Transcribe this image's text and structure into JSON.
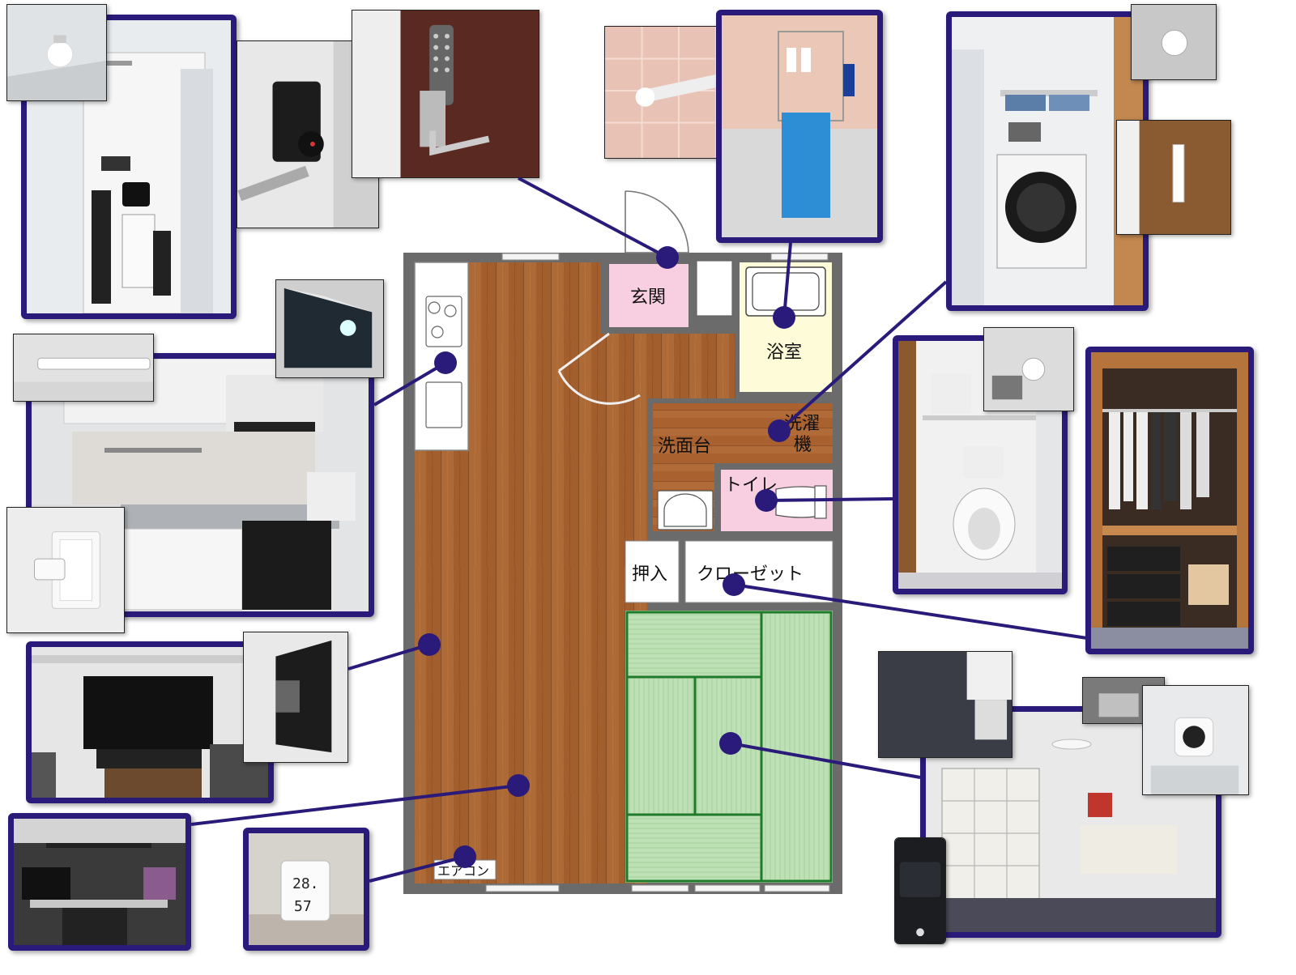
{
  "rooms": {
    "entrance": "玄関",
    "bathroom": "浴室",
    "washing_machine_line1": "洗濯",
    "washing_machine_line2": "機",
    "washbasin": "洗面台",
    "toilet": "トイレ",
    "storage": "押入",
    "closet": "クローゼット",
    "aircon": "エアコン"
  },
  "photo_texts": {
    "thermometer_temp": "28.",
    "thermometer_humidity": "57"
  },
  "colors": {
    "frame": "#2a1a7a",
    "connector": "#2a1a7a",
    "wood_floor": "#a35e2e",
    "tatami": "#b9dcb0",
    "tatami_edge": "#1f7a2a",
    "wall": "#6b6b6b",
    "entrance_toilet": "#f8cfe0",
    "bathroom": "#fdfbd8"
  }
}
